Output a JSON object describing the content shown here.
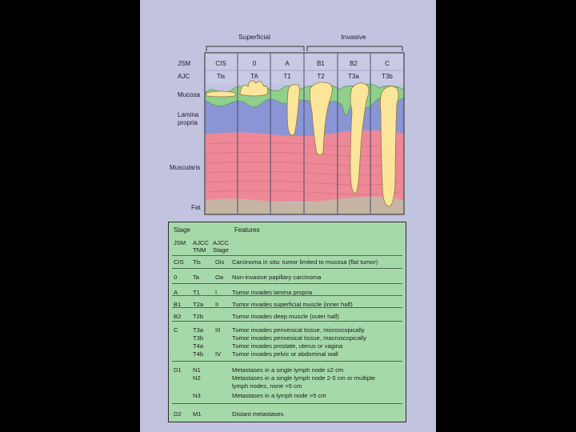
{
  "colors": {
    "background": "#000000",
    "panel": "#c2c4df",
    "mucosa": "#8fd08c",
    "lamina_propria": "#8a95d6",
    "muscularis": "#ee8897",
    "fat": "#c6b4a4",
    "tumor": "#fbe59a",
    "table_bg": "#a6d9aa"
  },
  "diagram": {
    "group_superficial": "Superficial",
    "group_invasive": "Invasive",
    "row_labels": {
      "jsm": "JSM",
      "ajc": "AJC"
    },
    "columns": [
      {
        "jsm": "CIS",
        "ajc": "Tis"
      },
      {
        "jsm": "0",
        "ajc": "TA"
      },
      {
        "jsm": "A",
        "ajc": "T1"
      },
      {
        "jsm": "B1",
        "ajc": "T2"
      },
      {
        "jsm": "B2",
        "ajc": "T3a"
      },
      {
        "jsm": "C",
        "ajc": "T3b"
      }
    ],
    "layers": {
      "mucosa": "Mucosa",
      "lamina1": "Lamina",
      "lamina2": "propria",
      "muscularis": "Muscularis",
      "fat": "Fat"
    }
  },
  "table": {
    "title": "Stage",
    "features_header": "Features",
    "sub_jsm": "JSM",
    "sub_ajcc1": "AJCC",
    "sub_tnm": "TNM",
    "sub_ajcc2": "AJCC",
    "sub_stage": "Stage",
    "rows": [
      {
        "jsm": "CIS",
        "tnm": "Tis",
        "stage": "Ois",
        "feature": "Carcinoma in situ: tumor limited to mucosa (flat tumor)"
      },
      {
        "jsm": "0",
        "tnm": "Ta",
        "stage": "Oa",
        "feature": "Non-invasive papillary carcinoma"
      },
      {
        "jsm": "A",
        "tnm": "T1",
        "stage": "I",
        "feature": "Tumor invades lamina propria"
      },
      {
        "jsm": "B1",
        "tnm": "T2a",
        "stage": "II",
        "feature": "Tumor invades superficial muscle (inner half)"
      },
      {
        "jsm": "B2",
        "tnm": "T2b",
        "stage": "",
        "feature": "Tumor invades deep muscle (outer half)"
      },
      {
        "jsm": "C",
        "tnm": "T3a",
        "stage": "III",
        "feature": "Tumor invades perivesical tissue, microscopically"
      },
      {
        "jsm": "",
        "tnm": "T3b",
        "stage": "",
        "feature": "Tumor invades perivesical tissue, macroscopically"
      },
      {
        "jsm": "",
        "tnm": "T4a",
        "stage": "",
        "feature": "Tumor invades prostate, uterus or vagina"
      },
      {
        "jsm": "",
        "tnm": "T4b",
        "stage": "IV",
        "feature": "Tumor invades pelvic or abdominal wall"
      },
      {
        "jsm": "D1",
        "tnm": "N1",
        "stage": "",
        "feature": "Metastases in a single lymph node ≤2 cm"
      },
      {
        "jsm": "",
        "tnm": "N2",
        "stage": "",
        "feature": "Metastases in a single lymph node 2-5 cm or multiple"
      },
      {
        "jsm": "",
        "tnm": "",
        "stage": "",
        "feature": "lymph nodes, none >5 cm"
      },
      {
        "jsm": "",
        "tnm": "N3",
        "stage": "",
        "feature": "Metastases in a lymph node >5 cm"
      },
      {
        "jsm": "D2",
        "tnm": "M1",
        "stage": "",
        "feature": "Distant metastases"
      }
    ]
  }
}
